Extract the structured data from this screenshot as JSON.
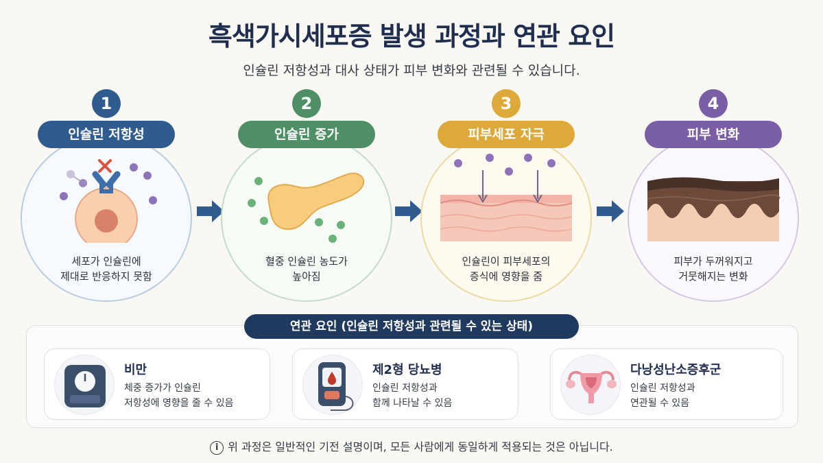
{
  "title": "흑색가시세포증 발생 과정과 연관 요인",
  "subtitle": "인슐린 저항성과 대사 상태가 피부 변화와 관련될 수 있습니다.",
  "steps": [
    {
      "num": "1",
      "label": "인슐린 저항성",
      "desc_line1": "세포가 인슐린에",
      "desc_line2": "제대로 반응하지 못함",
      "color": "#2f5b8f"
    },
    {
      "num": "2",
      "label": "인슐린 증가",
      "desc_line1": "혈중 인슐린 농도가",
      "desc_line2": "높아짐",
      "color": "#4f8f65"
    },
    {
      "num": "3",
      "label": "피부세포 자극",
      "desc_line1": "인슐린이 피부세포의",
      "desc_line2": "증식에 영향을 줌",
      "color": "#dca93a"
    },
    {
      "num": "4",
      "label": "피부 변화",
      "desc_line1": "피부가 두꺼워지고",
      "desc_line2": "거뭇해지는 변화",
      "color": "#7a5ea6"
    }
  ],
  "factors": {
    "heading": "연관 요인 (인슐린 저항성과 관련될 수 있는 상태)",
    "items": [
      {
        "title": "비만",
        "desc_line1": "체중 증가가 인슐린",
        "desc_line2": "저항성에 영향을 줄 수 있음",
        "icon": "scale-icon"
      },
      {
        "title": "제2형 당뇨병",
        "desc_line1": "인슐린 저항성과",
        "desc_line2": "함께 나타날 수 있음",
        "icon": "glucose-meter-icon"
      },
      {
        "title": "다낭성난소증후군",
        "desc_line1": "인슐린 저항성과",
        "desc_line2": "연관될 수 있음",
        "icon": "uterus-icon"
      }
    ]
  },
  "note": {
    "icon": "info-icon",
    "icon_glyph": "i",
    "text": "위 과정은 일반적인 기전 설명이며, 모든 사람에게 동일하게 적용되는 것은 아닙니다."
  },
  "colors": {
    "navy": "#1f2d4f",
    "step1": "#2f5b8f",
    "step2": "#4f8f65",
    "step3": "#dca93a",
    "step4": "#7a5ea6",
    "arrow": "#2f5b8f"
  }
}
